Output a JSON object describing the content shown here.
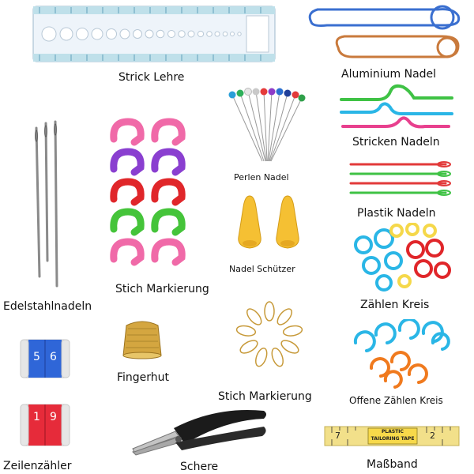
{
  "labels": {
    "strick_lehre": "Strick Lehre",
    "aluminium_nadel": "Aluminium Nadel",
    "perlen_nadel": "Perlen Nadel",
    "stricken_nadeln": "Stricken Nadeln",
    "plastik_nadeln": "Plastik Nadeln",
    "nadel_schuetzer": "Nadel Schützer",
    "stich_markierung_1": "Stich Markierung",
    "edelstahlnadeln": "Edelstahlnadeln",
    "zaehlen_kreis": "Zählen Kreis",
    "fingerhut": "Fingerhut",
    "stich_markierung_2": "Stich Markierung",
    "offene_zaehlen_kreis": "Offene Zählen Kreis",
    "zeilenzaehler": "Zeilenzähler",
    "schere": "Schere",
    "massband": "Maßband"
  },
  "counter_top": {
    "left_digit": "5",
    "right_digit": "6"
  },
  "counter_bottom": {
    "left_digit": "1",
    "right_digit": "9"
  },
  "tape": {
    "brand_line1": "PLASTIC",
    "brand_line2": "TAILORING TAPE",
    "mark_left": "7",
    "mark_right": "2"
  },
  "colors": {
    "gauge": "#7fc4d8",
    "aluminium_blue": "#3a6fd0",
    "aluminium_bronze": "#c97a3c",
    "marker_pink": "#f06aa8",
    "marker_purple": "#8a3fd0",
    "marker_red": "#e0262a",
    "marker_green": "#45c43a",
    "cable_green": "#3fc245",
    "cable_cyan": "#2ab6e6",
    "cable_pink": "#e8408e",
    "protector_yellow": "#f5c033",
    "thimble_gold": "#d4a640",
    "counter_blue": "#2f66d8",
    "counter_red": "#e62b3a",
    "scissor_black": "#1b1b1b",
    "tape_yellow": "#f2e08a"
  }
}
